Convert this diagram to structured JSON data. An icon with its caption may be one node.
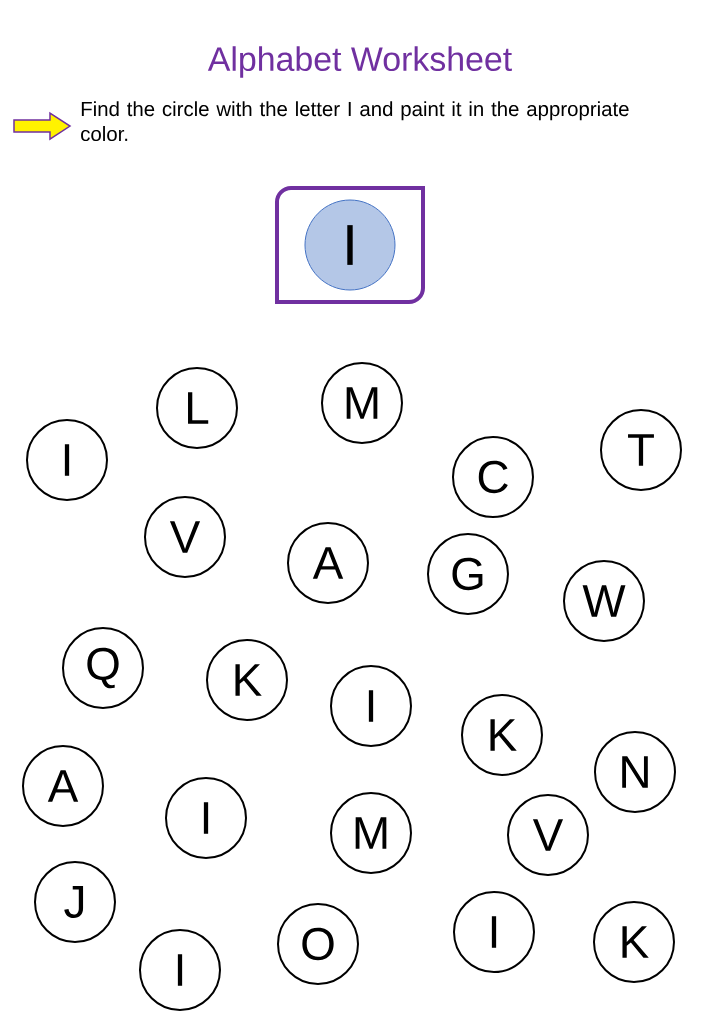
{
  "diagram": {
    "title": "Alphabet Worksheet",
    "nodes": [
      {
        "text": [],
        "shape": "box"
      },
      {
        "text": [
          "I"
        ],
        "in": 0
      },
      {
        "text": [
          "L"
        ]
      },
      {
        "text": [
          "M"
        ]
      },
      {
        "text": [
          "T"
        ]
      },
      {
        "text": [
          "I"
        ]
      },
      {
        "text": [
          "C"
        ]
      },
      {
        "text": [
          "V"
        ]
      },
      {
        "text": [
          "A"
        ]
      },
      {
        "text": [
          "G"
        ]
      },
      {
        "text": [
          "W"
        ]
      },
      {
        "text": [
          "Q"
        ]
      },
      {
        "text": [
          "K"
        ]
      },
      {
        "text": [
          "I"
        ]
      },
      {
        "text": [
          "K"
        ]
      },
      {
        "text": [
          "A"
        ]
      },
      {
        "text": [
          "N"
        ]
      },
      {
        "text": [
          "I"
        ]
      },
      {
        "text": [
          "M"
        ]
      },
      {
        "text": [
          "V"
        ]
      },
      {
        "text": [
          "J"
        ]
      },
      {
        "text": [
          "I"
        ]
      },
      {
        "text": [
          "O"
        ]
      },
      {
        "text": [
          "K"
        ]
      },
      {
        "text": [
          "I"
        ]
      }
    ],
    "labels": [
      "Find the circle with the letter I and paint it in the appropriate color."
    ]
  }
}
